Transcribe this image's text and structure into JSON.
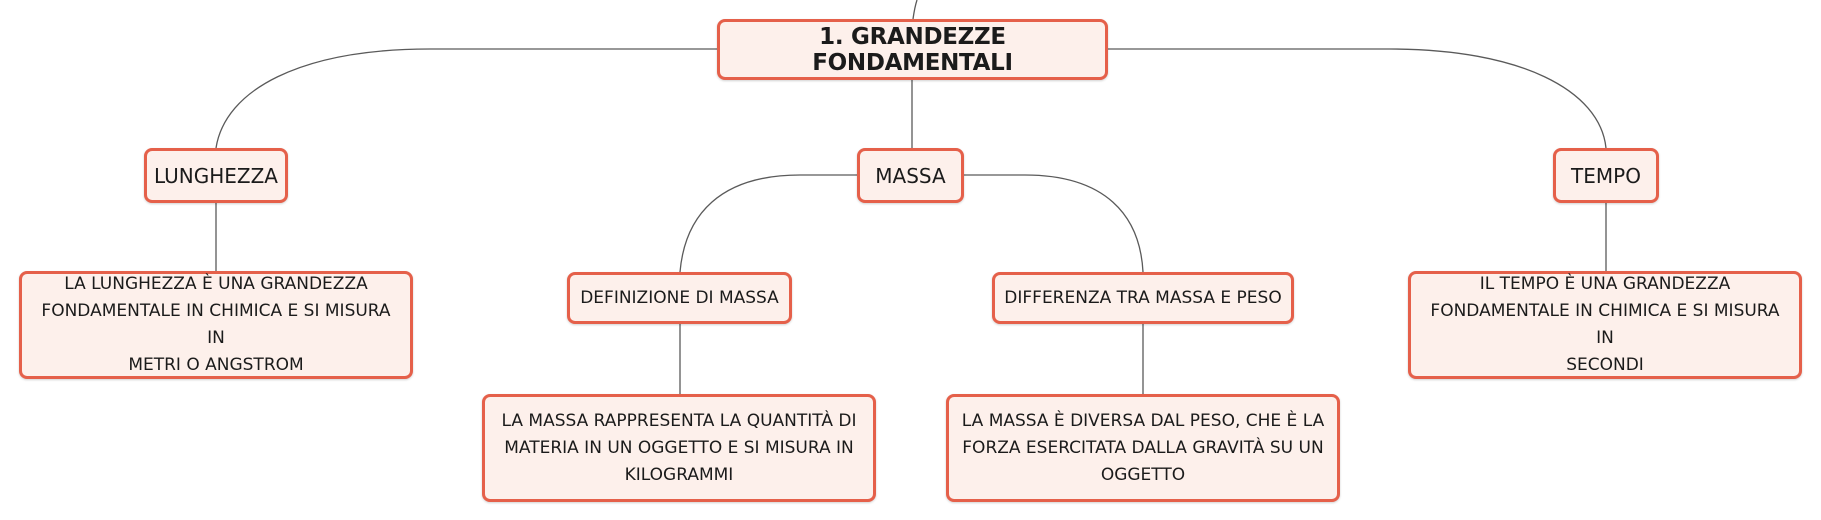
{
  "diagram": {
    "root": {
      "label": "1. GRANDEZZE FONDAMENTALI"
    },
    "categories": {
      "lunghezza": {
        "label": "LUNGHEZZA"
      },
      "massa": {
        "label": "MASSA"
      },
      "tempo": {
        "label": "TEMPO"
      }
    },
    "subtopics": {
      "definizione": {
        "label": "DEFINIZIONE DI MASSA"
      },
      "differenza": {
        "label": "DIFFERENZA TRA MASSA E PESO"
      }
    },
    "descriptions": {
      "lunghezza": [
        "LA LUNGHEZZA È UNA GRANDEZZA",
        "FONDAMENTALE IN CHIMICA E SI MISURA IN",
        "METRI O ANGSTROM"
      ],
      "tempo": [
        "IL TEMPO È UNA GRANDEZZA",
        "FONDAMENTALE IN CHIMICA E SI MISURA IN",
        "SECONDI"
      ],
      "definizione_massa": [
        "LA MASSA RAPPRESENTA LA QUANTITÀ DI",
        "MATERIA IN UN OGGETTO E SI MISURA IN",
        "KILOGRAMMI"
      ],
      "differenza_massa_peso": [
        "LA MASSA È DIVERSA DAL PESO, CHE È LA",
        "FORZA ESERCITATA DALLA GRAVITÀ SU UN",
        "OGGETTO"
      ]
    },
    "colors": {
      "node_border": "#e5604a",
      "node_fill": "#fdf0eb",
      "connector": "#5a5a5a",
      "text": "#1b1b1b"
    }
  }
}
